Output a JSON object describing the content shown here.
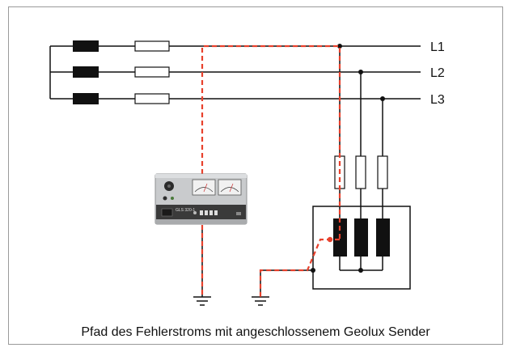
{
  "phases": [
    {
      "label": "L1"
    },
    {
      "label": "L2"
    },
    {
      "label": "L3"
    }
  ],
  "caption": "Pfad des Fehlerstroms mit angeschlossenem Geolux Sender",
  "device": {
    "model_text": "GLS 320-1"
  },
  "colors": {
    "wire": "#111111",
    "fault_path": "#e8412c",
    "frame": "#9a9a9a",
    "device_body": "#c9cbcd",
    "device_panel": "#3a3a3a"
  },
  "icons": [
    "ground-symbol",
    "fuse-symbol",
    "inductor-symbol",
    "winding-symbol",
    "meter-symbol"
  ]
}
